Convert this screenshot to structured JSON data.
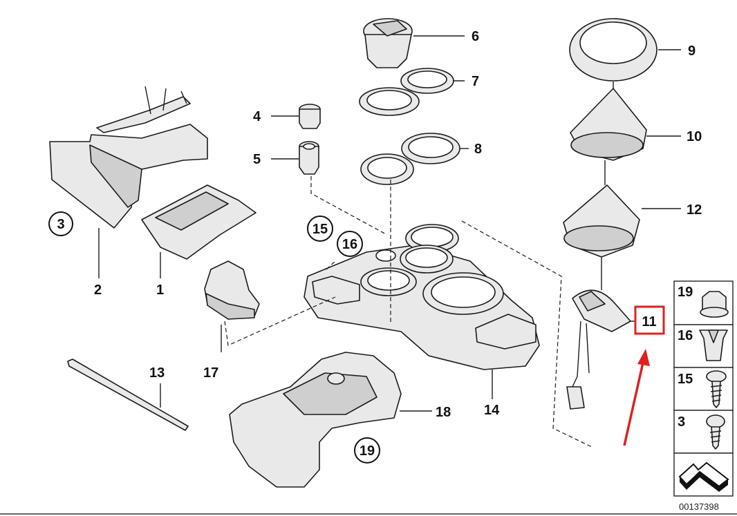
{
  "callouts": {
    "c1": "1",
    "c2": "2",
    "c3": "3",
    "c4": "4",
    "c5": "5",
    "c6": "6",
    "c7": "7",
    "c8": "8",
    "c9": "9",
    "c10": "10",
    "c11": "11",
    "c12": "12",
    "c13": "13",
    "c14": "14",
    "c15": "15",
    "c16": "16",
    "c17": "17",
    "c18": "18",
    "c19": "19"
  },
  "legend": {
    "l19": "19",
    "l16": "16",
    "l15": "15",
    "l3": "3"
  },
  "reference_number": "00137398",
  "highlight": {
    "callout": "11",
    "box_color": "#e02020",
    "arrow_color": "#e02020"
  }
}
